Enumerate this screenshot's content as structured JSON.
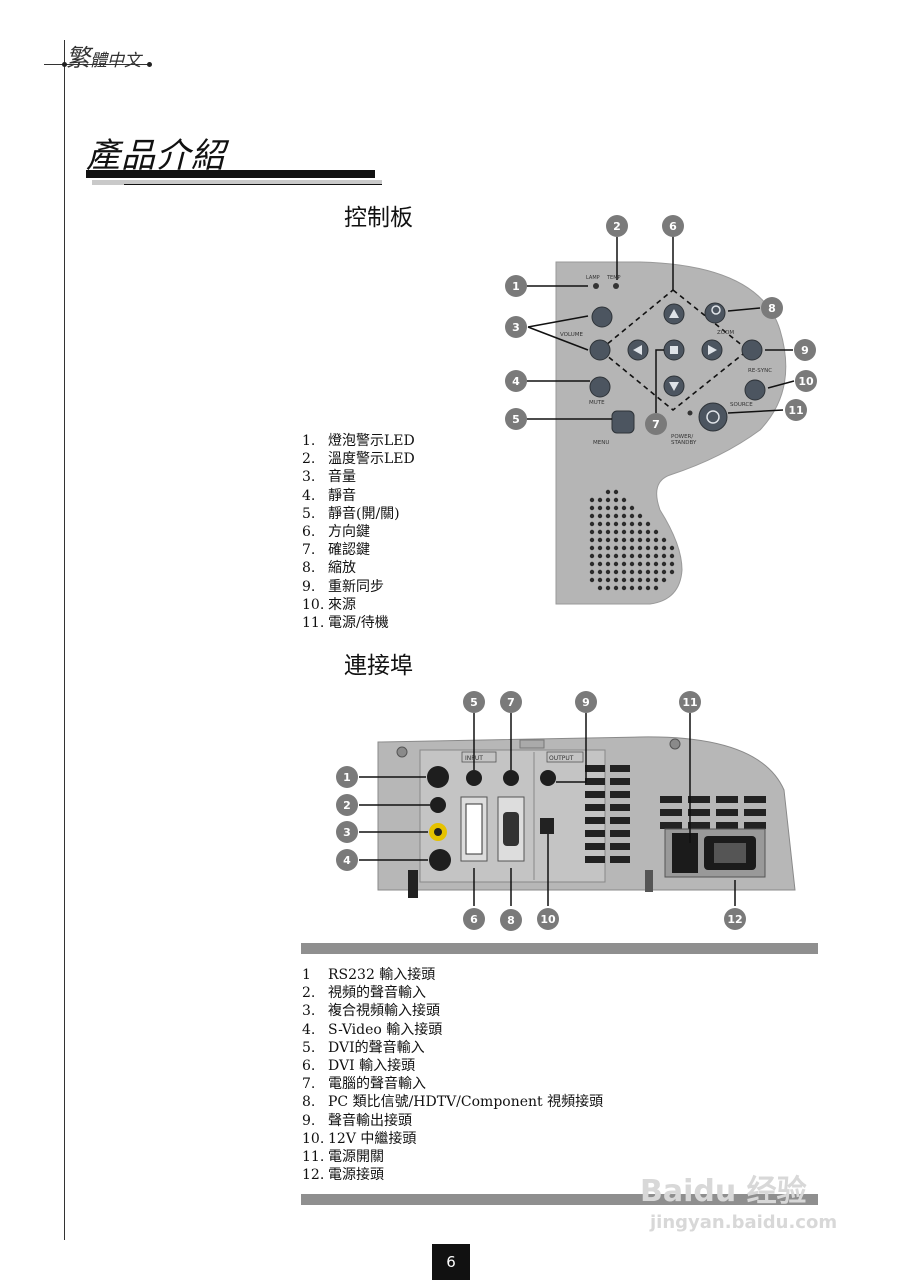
{
  "header": {
    "language_first": "繁",
    "language_rest": "體中文"
  },
  "title": "產品介紹",
  "control_panel": {
    "heading": "控制板",
    "panel_labels": {
      "lamp": "LAMP",
      "temp": "TEMP",
      "volume": "VOLUME",
      "mute": "MUTE",
      "menu": "MENU",
      "zoom": "ZOOM",
      "resync": "RE-SYNC",
      "source": "SOURCE",
      "power_line1": "POWER/",
      "power_line2": "STANDBY"
    },
    "callouts": [
      "1",
      "2",
      "3",
      "4",
      "5",
      "6",
      "7",
      "8",
      "9",
      "10",
      "11"
    ],
    "items": [
      {
        "num": "1.",
        "label": "燈泡警示LED"
      },
      {
        "num": "2.",
        "label": "溫度警示LED"
      },
      {
        "num": "3.",
        "label": "音量"
      },
      {
        "num": "4.",
        "label": "靜音"
      },
      {
        "num": "5.",
        "label": "靜音(開/關)"
      },
      {
        "num": "6.",
        "label": "方向鍵"
      },
      {
        "num": "7.",
        "label": "確認鍵"
      },
      {
        "num": "8.",
        "label": "縮放"
      },
      {
        "num": "9.",
        "label": "重新同步"
      },
      {
        "num": "10.",
        "label": "來源"
      },
      {
        "num": "11.",
        "label": "電源/待機"
      }
    ]
  },
  "ports": {
    "heading": "連接埠",
    "panel_labels": {
      "input": "INPUT",
      "output": "OUTPUT"
    },
    "callouts": [
      "1",
      "2",
      "3",
      "4",
      "5",
      "6",
      "7",
      "8",
      "9",
      "10",
      "11",
      "12"
    ],
    "items": [
      {
        "num": "1",
        "label": "RS232 輸入接頭"
      },
      {
        "num": "2.",
        "label": "視頻的聲音輸入"
      },
      {
        "num": "3.",
        "label": "複合視頻輸入接頭"
      },
      {
        "num": "4.",
        "label": "S-Video 輸入接頭"
      },
      {
        "num": "5.",
        "label": "DVI的聲音輸入"
      },
      {
        "num": "6.",
        "label": "DVI 輸入接頭"
      },
      {
        "num": "7.",
        "label": "電腦的聲音輸入"
      },
      {
        "num": "8.",
        "label": "PC 類比信號/HDTV/Component 視頻接頭"
      },
      {
        "num": "9.",
        "label": "聲音輸出接頭"
      },
      {
        "num": "10.",
        "label": "12V 中繼接頭"
      },
      {
        "num": "11.",
        "label": "電源開關"
      },
      {
        "num": "12.",
        "label": "電源接頭"
      }
    ]
  },
  "watermark": {
    "line1": "Baidu 经验",
    "line2": "jingyan.baidu.com"
  },
  "page_number": "6",
  "colors": {
    "panel": "#b5b5b5",
    "callout": "#7a7a7a",
    "button": "#4c5560",
    "bar": "#8f8f8f"
  }
}
